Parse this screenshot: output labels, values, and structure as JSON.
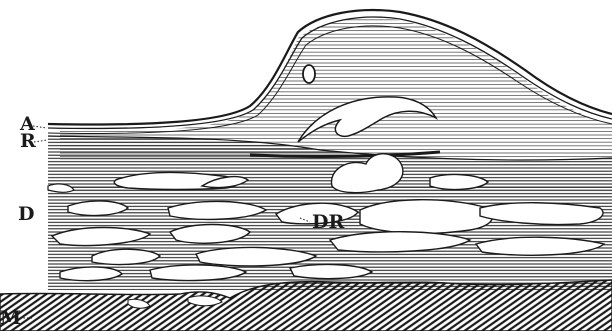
{
  "labels": {
    "a": "A",
    "r": "R",
    "d": "D",
    "dr": "DR",
    "m": "M"
  },
  "colors": {
    "ink": "#1a1a1a",
    "paper": "#ffffff",
    "light_hatch": "#777777"
  }
}
